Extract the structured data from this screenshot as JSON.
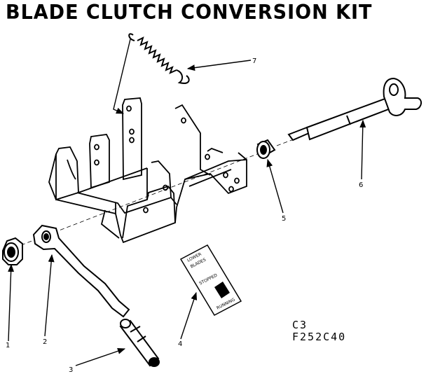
{
  "title": "BLADE CLUTCH CONVERSION KIT",
  "callouts": [
    "1",
    "2",
    "3",
    "4",
    "5",
    "6",
    "7"
  ],
  "decal": {
    "line1": "LOWER",
    "line2": "BLADES",
    "line3": "STOPPED",
    "line4": "RUNNING"
  },
  "codes": {
    "line1": "C3",
    "line2": "F252C40"
  }
}
